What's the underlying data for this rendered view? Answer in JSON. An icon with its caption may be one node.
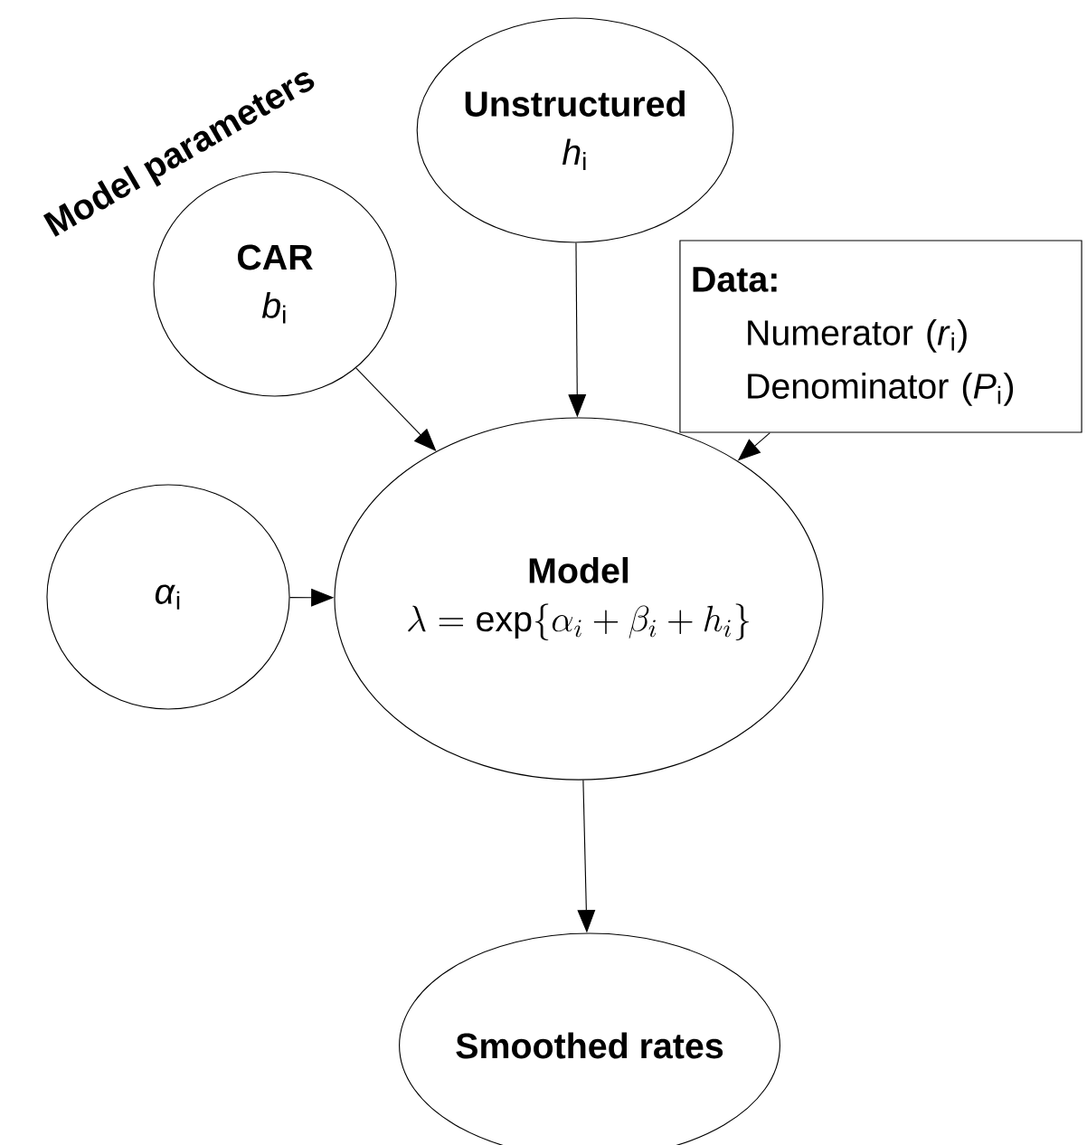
{
  "diagram": {
    "nodes": [
      {
        "text": [
          "Unstructured",
          "*h*$_{i}$"
        ]
      },
      {
        "text": [
          "CAR",
          "*b*$_{i}$"
        ]
      },
      {
        "text": [
          "Data:",
          "Numerator (*r*$_{i}$)",
          "Denominator (*P*$_{i}$)"
        ]
      },
      {
        "text": [
          "*α*$_{i}$"
        ]
      },
      {
        "text": [
          "Model",
          "\\lambda = \\exp\\{\\alpha_i + \\beta_i + h_i\\}"
        ]
      },
      {
        "text": [
          "Smoothed rates"
        ]
      }
    ],
    "edges": [
      {
        "from": 0,
        "to": 4,
        "arrow": "to"
      },
      {
        "from": 1,
        "to": 4,
        "arrow": "to"
      },
      {
        "from": 2,
        "to": 4,
        "arrow": "to"
      },
      {
        "from": 3,
        "to": 4,
        "arrow": "to"
      },
      {
        "from": 4,
        "to": 5,
        "arrow": "to"
      }
    ],
    "labels": [
      "Model parameters"
    ]
  }
}
